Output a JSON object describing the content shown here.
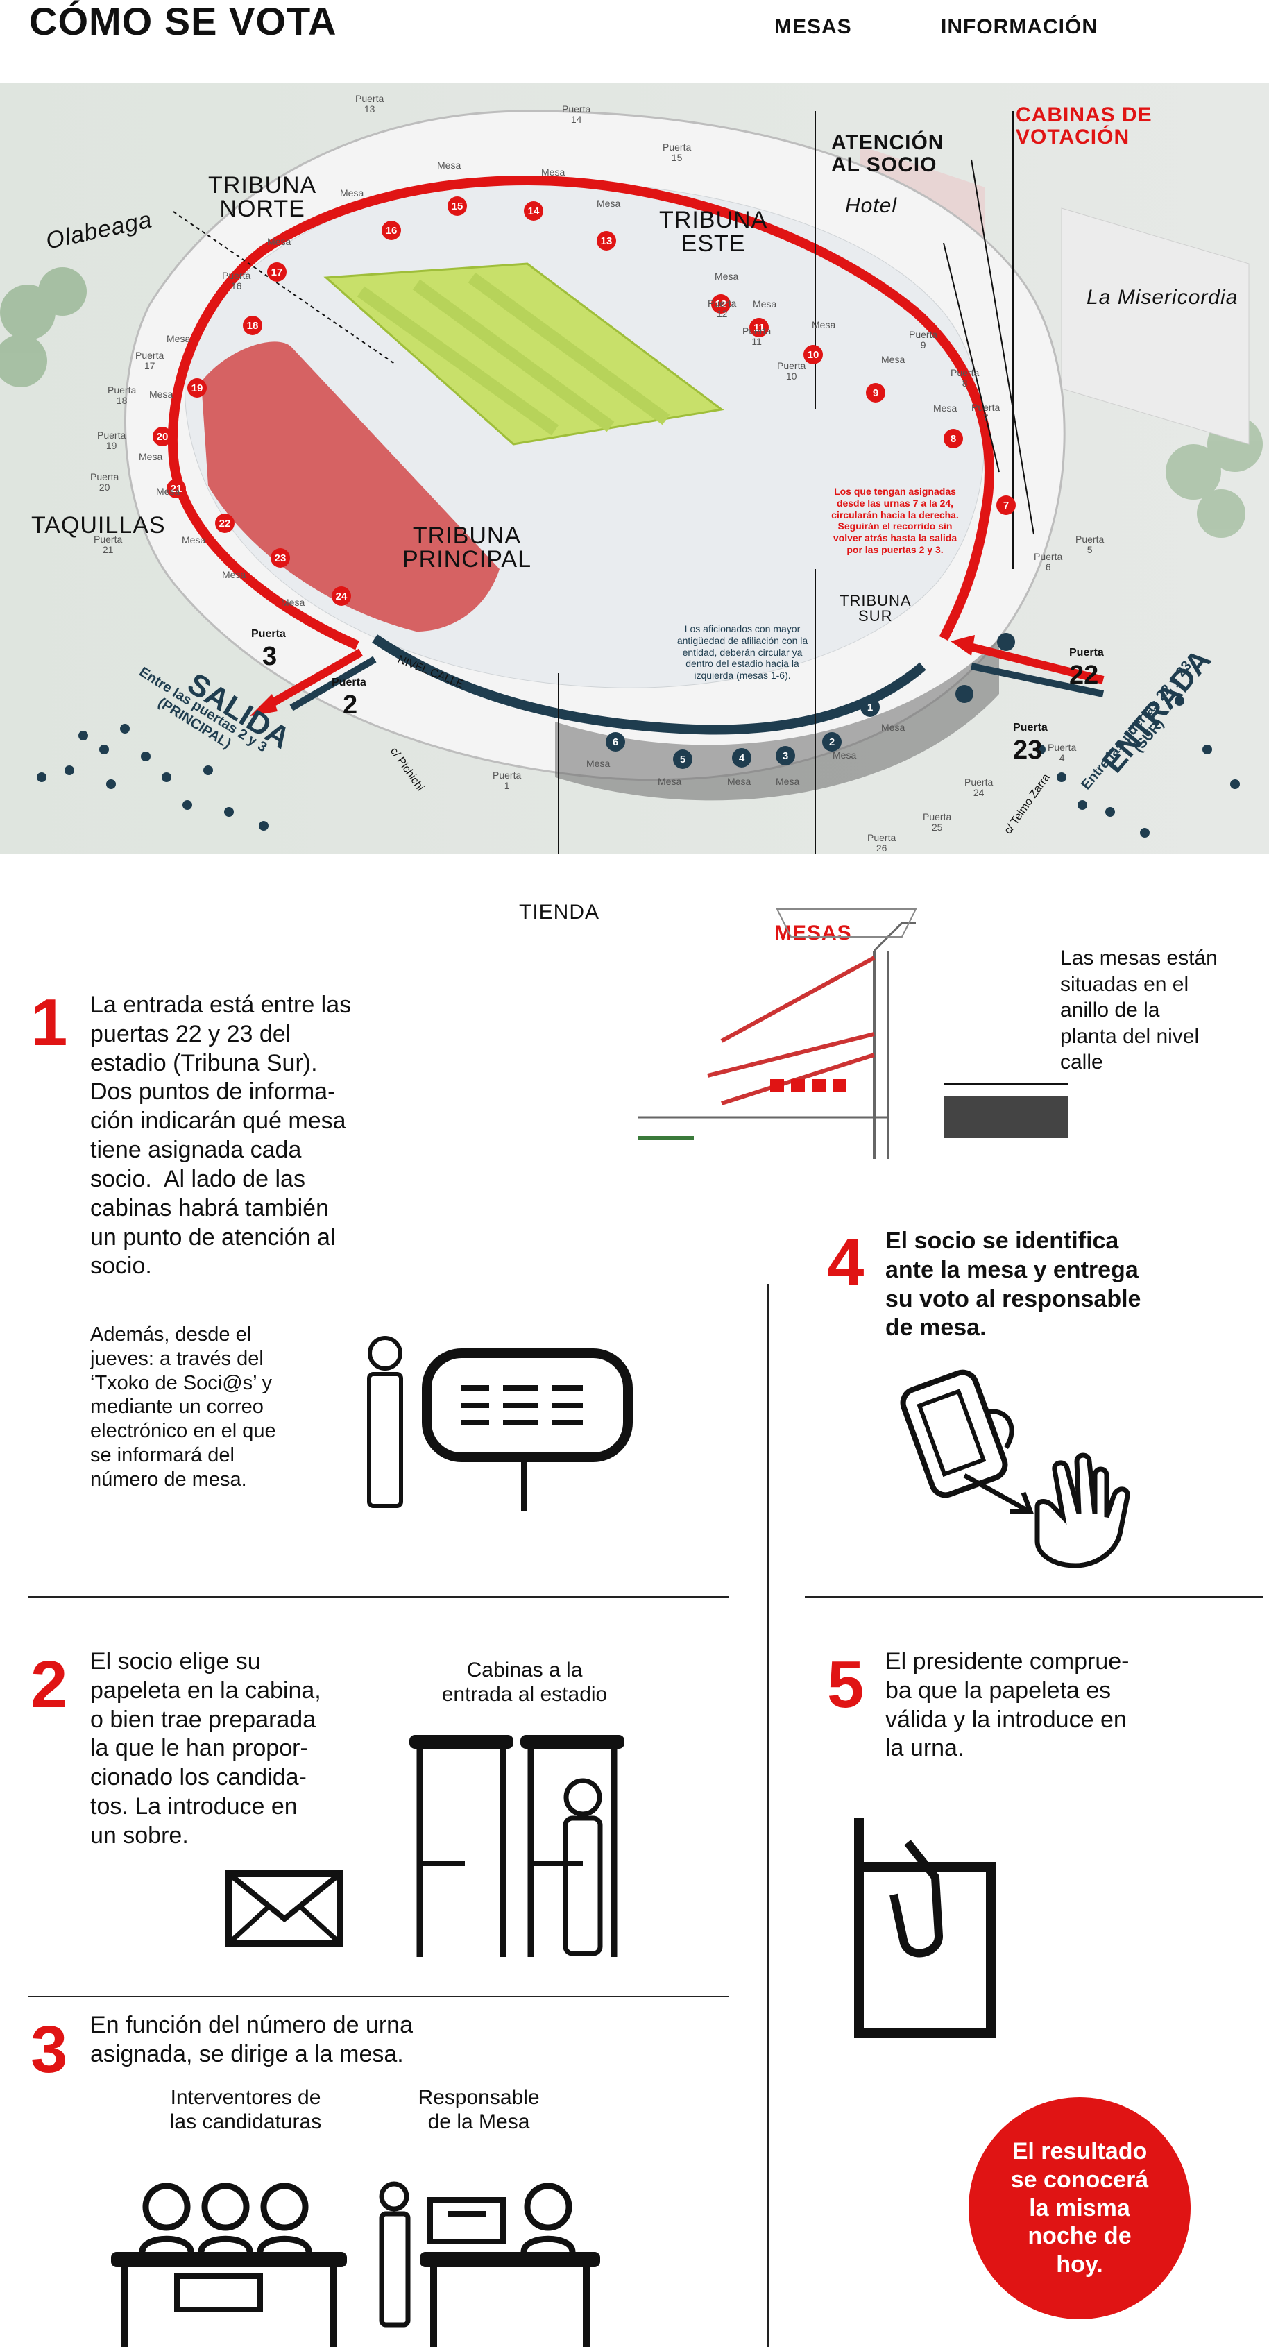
{
  "title": "CÓMO SE VOTA",
  "header_labels": {
    "mesas": "MESAS",
    "informacion": "INFORMACIÓN",
    "cabinas": "CABINAS DE\nVOTACIÓN",
    "atencion": "ATENCIÓN\nAL SOCIO"
  },
  "map": {
    "tribuna_norte": "TRIBUNA\nNORTE",
    "tribuna_este": "TRIBUNA\nESTE",
    "tribuna_principal": "TRIBUNA\nPRINCIPAL",
    "tribuna_sur": "TRIBUNA\nSUR",
    "taquillas": "TAQUILLAS",
    "olabeaga": "Olabeaga",
    "hotel": "Hotel",
    "misericordia": "La Misericordia",
    "nivel_calle": "NIVEL CALLE",
    "pichichi": "c/ Pichichi",
    "telmo_zarra": "c/ Telmo Zarra",
    "salida": "SALIDA",
    "salida_sub": "Entre las puertas 2 y 3\n(PRINCIPAL)",
    "entrada": "ENTRADA",
    "entrada_sub": "Entre las puertas 22 y 23\n(SUR)",
    "puerta_word": "Puerta",
    "mesa_word": "Mesa",
    "puerta_3": "3",
    "puerta_2": "2",
    "puerta_22": "22",
    "puerta_23": "23",
    "note_right": "Los que tengan asignadas desde las urnas 7 a la 24, circularán hacia la derecha. Seguirán el recorrido sin volver atrás hasta la salida por las puertas 2 y 3.",
    "note_left": "Los aficionados con mayor antigüedad de afiliación con la entidad, deberán circular ya dentro del estadio hacia la izquierda (mesas 1-6).",
    "gate_numbers": [
      "13",
      "14",
      "15",
      "16",
      "17",
      "18",
      "19",
      "20",
      "21",
      "12",
      "11",
      "10",
      "9",
      "8",
      "7",
      "6",
      "5",
      "4",
      "1",
      "24",
      "25",
      "26"
    ],
    "table_numbers_red": [
      "15",
      "14",
      "13",
      "16",
      "17",
      "18",
      "19",
      "20",
      "21",
      "22",
      "23",
      "24",
      "12",
      "11",
      "10",
      "9",
      "8",
      "7"
    ],
    "table_numbers_blue": [
      "6",
      "5",
      "4",
      "3",
      "2",
      "1"
    ]
  },
  "tienda": "TIENDA",
  "mesas_label": "MESAS",
  "section_note": "Las mesas están\nsituadas en el\nanillo de la\nplanta del nivel\ncalle",
  "steps": [
    {
      "num": "1",
      "text": "La entrada está entre las\npuertas 22 y 23 del\nestadio (Tribuna Sur).\nDos puntos de informa-\nción indicarán qué mesa\ntiene asignada cada\nsocio.  Al lado de las\ncabinas habrá también\nun punto de atención al\nsocio."
    },
    {
      "num": "2",
      "text": "El socio elige su\npapeleta en la cabina,\no bien trae preparada\nla que le han propor-\ncionado los candida-\ntos. La introduce en\nun sobre."
    },
    {
      "num": "3",
      "text": "En función del número de urna\nasignada, se dirige a la mesa."
    },
    {
      "num": "4",
      "text": "El socio se identifica\nante la mesa y entrega\nsu voto al responsable\nde mesa."
    },
    {
      "num": "5",
      "text": "El presidente comprue-\nba que la papeleta es\nválida y la introduce en\nla urna."
    }
  ],
  "step1_extra": "Además, desde el\njueves: a través del\n‘Txoko de Soci@s’ y\nmediante un correo\nelectrónico en el que\nse informará del\nnúmero de mesa.",
  "cabinas_label": "Cabinas a la\nentrada al estadio",
  "interventores_label": "Interventores de\nlas candidaturas",
  "responsable_label": "Responsable\nde la Mesa",
  "result": "El resultado\nse conocerá\nla misma\nnoche de\nhoy.",
  "colors": {
    "red": "#e01414",
    "navy": "#1f3d4f",
    "pitch": "#c8e06a"
  }
}
